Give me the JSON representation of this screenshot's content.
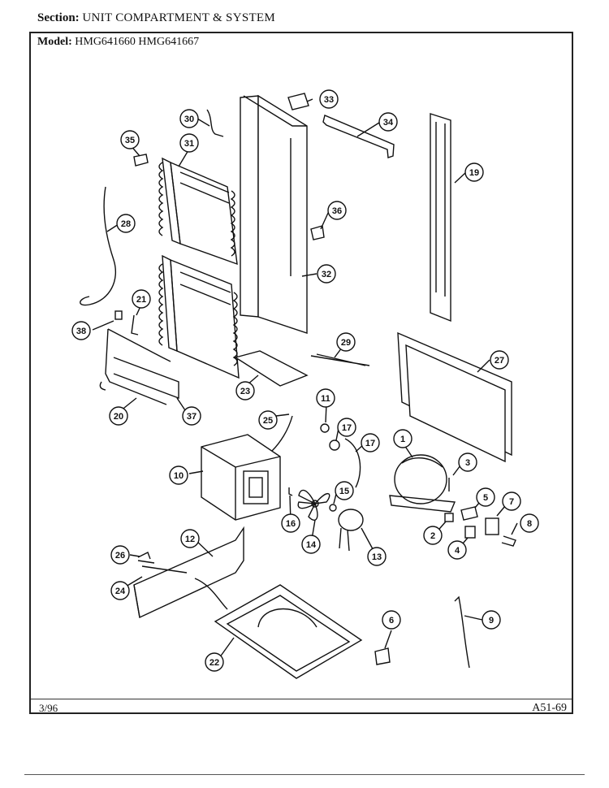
{
  "header": {
    "section_label": "Section:",
    "section_value": "UNIT COMPARTMENT & SYSTEM",
    "model_label": "Model:",
    "model_value": "HMG641660 HMG641667"
  },
  "footer": {
    "date": "3/96",
    "page_ref": "A51-69"
  },
  "callouts": [
    "1",
    "2",
    "3",
    "4",
    "5",
    "6",
    "7",
    "8",
    "9",
    "10",
    "11",
    "12",
    "13",
    "14",
    "15",
    "16",
    "17",
    "19",
    "20",
    "21",
    "22",
    "23",
    "24",
    "25",
    "26",
    "27",
    "28",
    "29",
    "30",
    "31",
    "32",
    "33",
    "34",
    "35",
    "36",
    "37",
    "38"
  ]
}
